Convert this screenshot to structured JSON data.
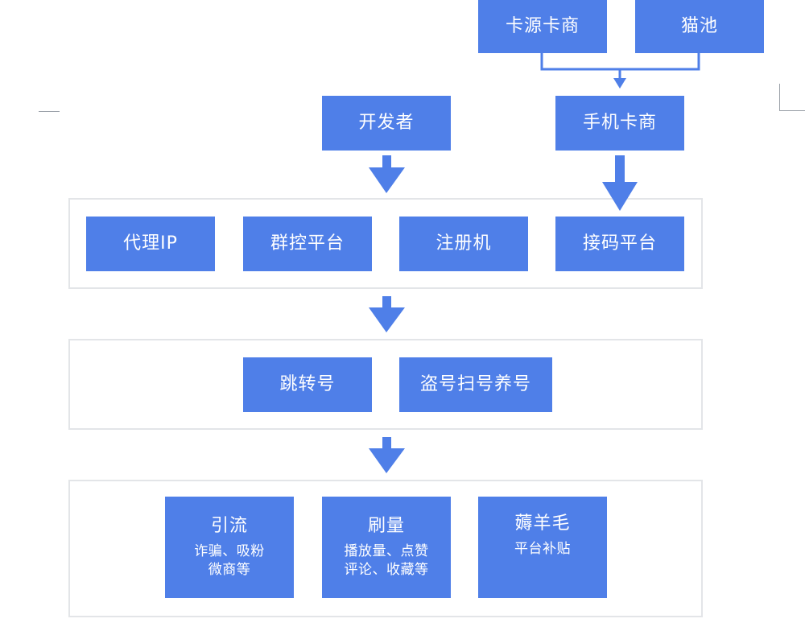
{
  "colors": {
    "box_fill": "#4f7fe8",
    "box_text": "#ffffff",
    "arrow": "#4f7fe8",
    "group_border": "#e3e5e8"
  },
  "sources": {
    "card_dealer": "卡源卡商",
    "cat_pool": "猫池"
  },
  "top": {
    "developer": "开发者",
    "phone_card_dealer": "手机卡商"
  },
  "tools": {
    "proxy_ip": "代理IP",
    "group_control": "群控平台",
    "register_machine": "注册机",
    "sms_platform": "接码平台"
  },
  "accounts": {
    "redirect_account": "跳转号",
    "steal_scan_raise": "盗号扫号养号"
  },
  "uses": {
    "traffic": {
      "title": "引流",
      "line1": "诈骗、吸粉",
      "line2": "微商等"
    },
    "boost": {
      "title": "刷量",
      "line1": "播放量、点赞",
      "line2": "评论、收藏等"
    },
    "wool": {
      "title": "薅羊毛",
      "line1": "平台补贴"
    }
  }
}
